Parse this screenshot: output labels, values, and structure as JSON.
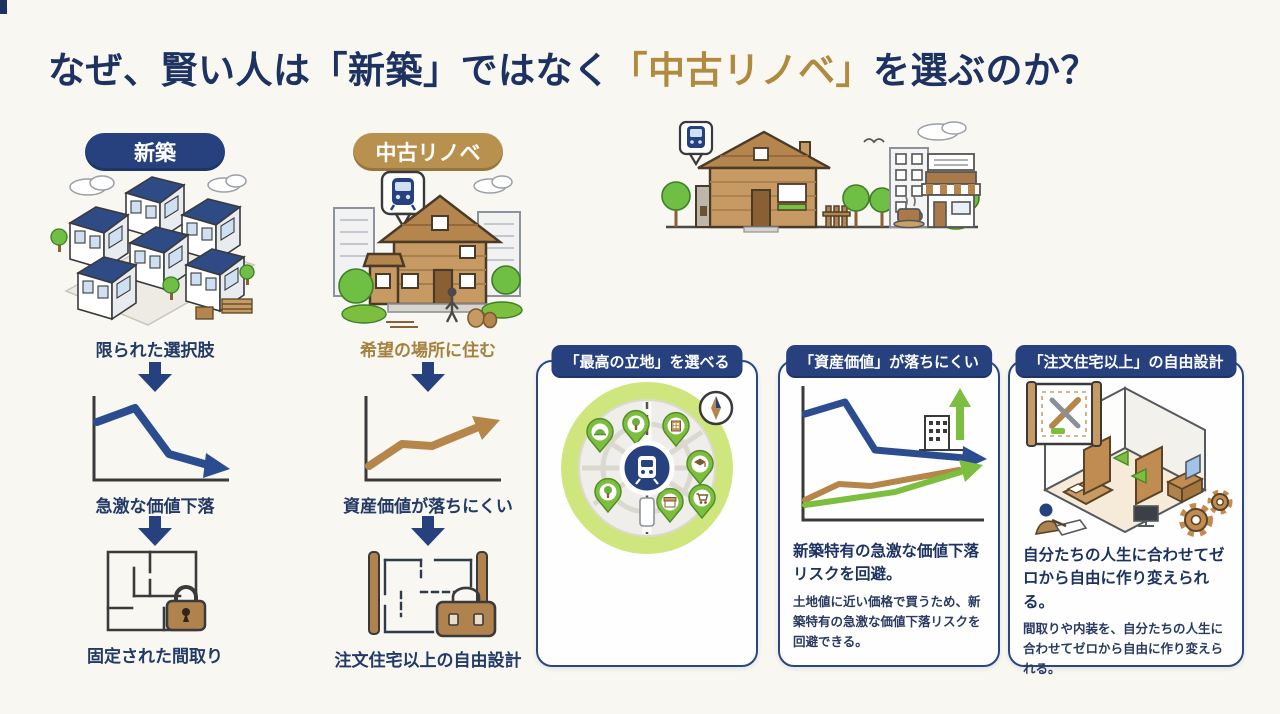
{
  "title": {
    "pre": "なぜ、賢い人は「新築」ではなく",
    "highlight": "「中古リノベ」",
    "post": "を選ぶのか？"
  },
  "colors": {
    "title_navy": "#1d3260",
    "badge_navy": "#27417f",
    "badge_gold": "#b8914e",
    "highlight_gold": "#b08a3e",
    "line_blue": "#2b4d8f",
    "line_brown": "#b5854a",
    "green": "#7cbf3f",
    "background": "#f8f7f1"
  },
  "flow_columns": {
    "new_build": {
      "badge": "新築",
      "steps": [
        "限られた選択肢",
        "急激な価値下落",
        "固定された間取り"
      ]
    },
    "used_renovation": {
      "badge": "中古リノベ",
      "steps": [
        "希望の場所に住む",
        "資産価値が落ちにくい",
        "注文住宅以上の自由設計"
      ]
    }
  },
  "benefit_cards": [
    {
      "header": "「最高の立地」を選べる"
    },
    {
      "header": "「資産価値」が落ちにくい",
      "lead": "新築特有の急激な価値下落リスクを回避。",
      "body": "土地値に近い価格で買うため、新築特有の急激な価値下落リスクを回避できる。"
    },
    {
      "header": "「注文住宅以上」の自由設計",
      "lead": "自分たちの人生に合わせてゼロから自由に作り変えられる。",
      "body": "間取りや内装を、自分たちの人生に合わせてゼロから自由に作り変えられる。"
    }
  ],
  "icons": {
    "train_sign": "train-sign-icon",
    "compass": "compass-icon",
    "lock": "lock-icon",
    "toolbox": "toolbox-icon",
    "gear": "gear-icon",
    "map_pin": "map-pin-icon",
    "down_arrow": "down-arrow-icon",
    "up_arrow": "up-arrow-icon"
  }
}
